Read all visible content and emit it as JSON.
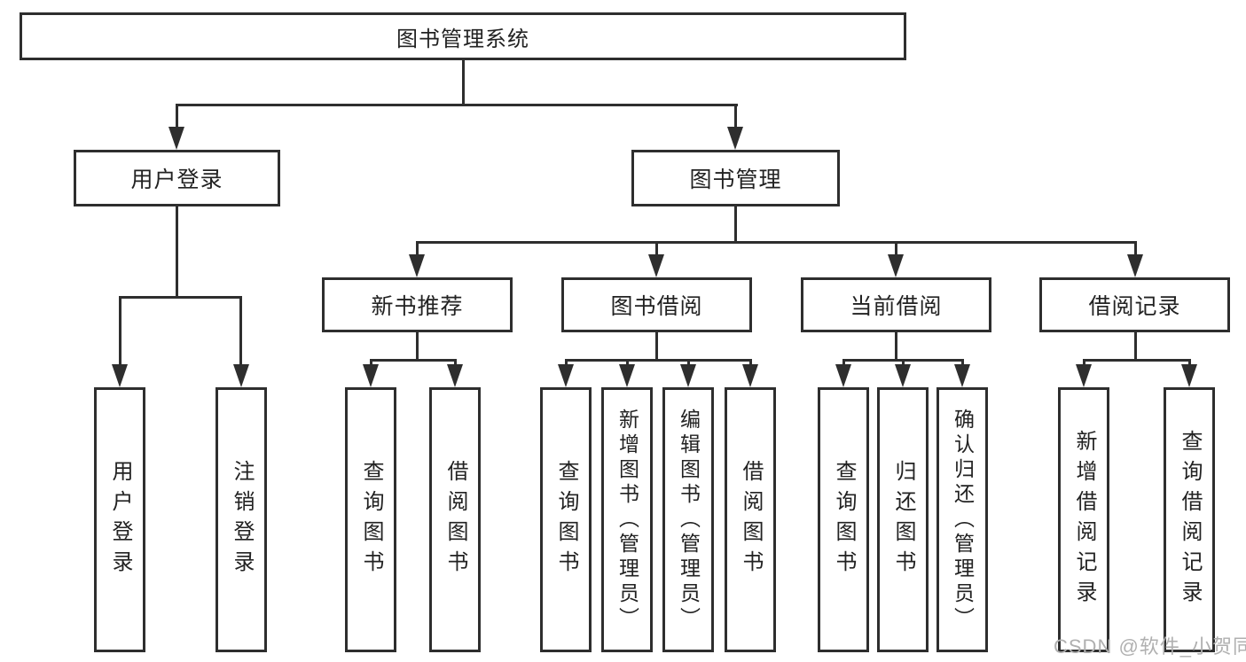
{
  "diagram": {
    "title": "图书管理系统",
    "level2": [
      {
        "label": "用户登录"
      },
      {
        "label": "图书管理"
      }
    ],
    "level3": [
      {
        "label": "新书推荐"
      },
      {
        "label": "图书借阅"
      },
      {
        "label": "当前借阅"
      },
      {
        "label": "借阅记录"
      }
    ],
    "leaves": {
      "user_login": [
        "用户登录",
        "注销登录"
      ],
      "new_book_recommend": [
        "查询图书",
        "借阅图书"
      ],
      "book_borrow": [
        "查询图书",
        "新增图书（管理员）",
        "编辑图书（管理员）",
        "借阅图书"
      ],
      "current_borrow": [
        "查询图书",
        "归还图书",
        "确认归还（管理员）"
      ],
      "borrow_records": [
        "新增借阅记录",
        "查询借阅记录"
      ]
    }
  },
  "watermark": {
    "text": "CSDN @软件_小贺同学"
  },
  "colors": {
    "line": "#2e2e2e",
    "text": "#222222",
    "watermark": "#b0b0b0",
    "background": "#ffffff"
  }
}
